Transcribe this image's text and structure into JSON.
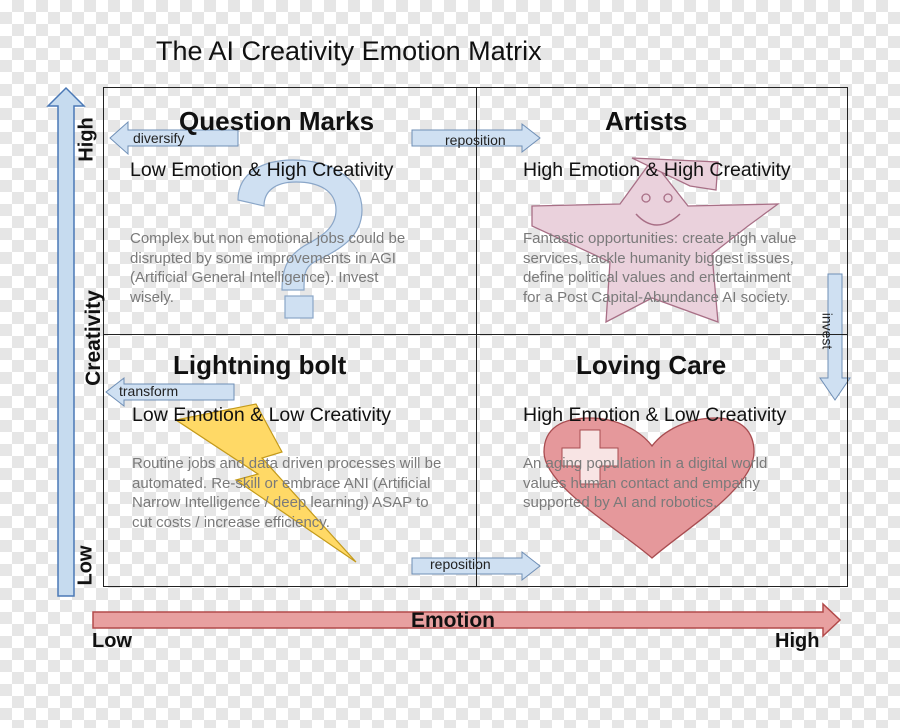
{
  "title": "The AI Creativity Emotion Matrix",
  "axes": {
    "y_label": "Creativity",
    "y_high": "High",
    "y_low": "Low",
    "x_label": "Emotion",
    "x_low": "Low",
    "x_high": "High"
  },
  "quadrants": {
    "question_marks": {
      "title": "Question Marks",
      "subtitle": "Low Emotion & High Creativity",
      "desc": [
        "Complex but non emotional jobs could be",
        "disrupted by some improvements in AGI",
        "(Artificial General Intelligence). Invest",
        "wisely."
      ]
    },
    "artists": {
      "title": "Artists",
      "subtitle": "High Emotion & High Creativity",
      "desc": [
        "Fantastic opportunities: create high value",
        "services, tackle humanity biggest issues,",
        "define political values and entertainment",
        "for a Post Capital-Abundance AI society."
      ]
    },
    "lightning_bolt": {
      "title": "Lightning bolt",
      "subtitle": "Low Emotion & Low Creativity",
      "desc": [
        "Routine jobs and data driven processes will be",
        "automated. Re-skill or embrace ANI (Artificial",
        "Narrow Intelligence / deep learning) ASAP to",
        "cut costs / increase efficiency."
      ]
    },
    "loving_care": {
      "title": "Loving Care",
      "subtitle": "High Emotion & Low Creativity",
      "desc": [
        "An aging population in a digital world",
        "values human contact and empathy",
        "supported by AI and robotics."
      ]
    }
  },
  "arrows": {
    "diversify": "diversify",
    "reposition_top": "reposition",
    "invest": "invest",
    "transform": "transform",
    "reposition_bottom": "reposition"
  },
  "icons": {
    "question": "question-mark-icon",
    "star": "smiling-star-icon",
    "bolt": "lightning-bolt-icon",
    "heart": "heart-with-cross-icon"
  },
  "colors": {
    "creativity_axis": "#c6dbef",
    "emotion_axis": "#e8a0a0",
    "small_arrows": "#cfe0f2",
    "question_mark": "#cfe0f2",
    "star": "#ead1dc",
    "bolt": "#ffd966",
    "heart": "#e5989b"
  }
}
